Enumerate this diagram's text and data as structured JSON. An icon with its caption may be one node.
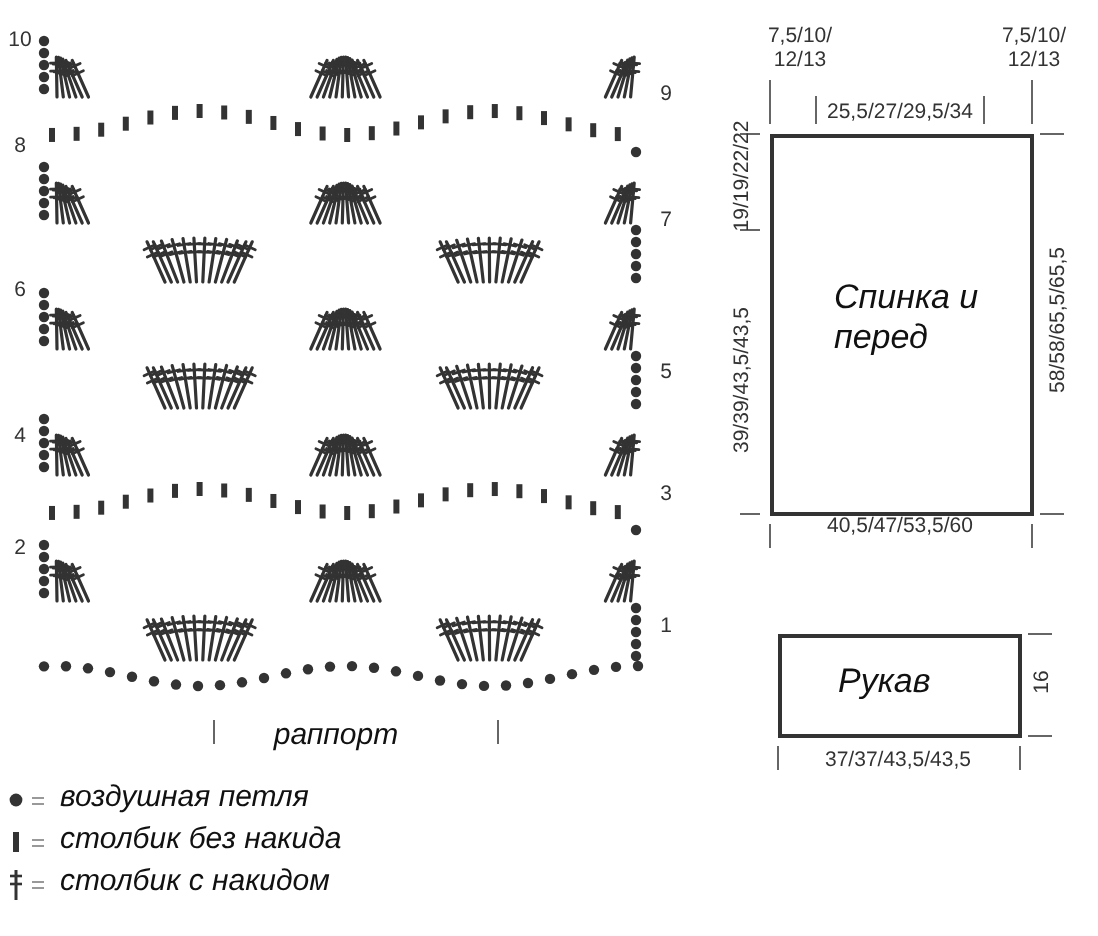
{
  "diagram": {
    "nodes": [
      {
        "text": [
          "Спинка и перед"
        ]
      },
      {
        "text": [
          "Рукав"
        ]
      }
    ],
    "edges": [],
    "labels": [
      "10",
      "9",
      "8",
      "7",
      "6",
      "5",
      "4",
      "3",
      "2",
      "1",
      "раппорт",
      "7,5/10/ 12/13",
      "7,5/10/ 12/13",
      "25,5/27/29,5/34",
      "19/19/22/22",
      "39/39/43,5/43,5",
      "58/58/65,5/65,5",
      "40,5/47/53,5/60",
      "16",
      "37/37/43,5/43,5"
    ],
    "legend": [
      {
        "text": "воздушная петля"
      },
      {
        "text": "столбик без накида"
      },
      {
        "text": "столбик с накидом"
      }
    ]
  }
}
